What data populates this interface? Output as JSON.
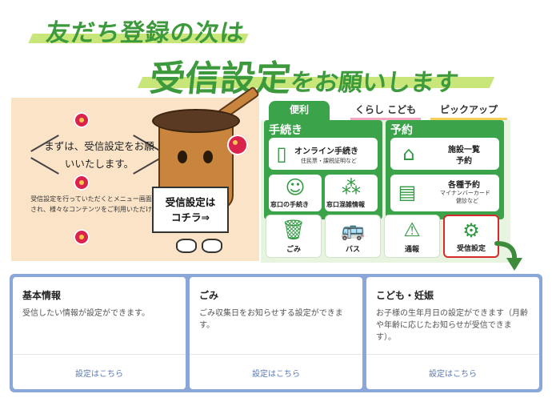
{
  "headline": {
    "line1": "友だち登録の次は",
    "line2_main": "受信設定",
    "line2_suffix": "をお願いします"
  },
  "intro": {
    "main_text": "まずは、受信設定をお願いいたします。",
    "sub_text": "受信設定を行っていただくとメニュー画面が表示され、様々なコンテンツをご利用いただけます！",
    "sign_line1": "受信設定は",
    "sign_line2": "コチラ⇒"
  },
  "app": {
    "tabs": [
      {
        "label": "便利",
        "active": true
      },
      {
        "label": "くらし こども",
        "active": false
      },
      {
        "label": "ピックアップ",
        "active": false
      }
    ],
    "procedures": {
      "title": "手続き",
      "online": {
        "label": "オンライン手続き",
        "sub": "住民票・課税証明など"
      },
      "counter": {
        "label": "窓口の手続き"
      },
      "congestion": {
        "label": "窓口混雑情報"
      }
    },
    "reservations": {
      "title": "予約",
      "facility": {
        "label": "施設一覧",
        "label2": "予約"
      },
      "various": {
        "label": "各種予約",
        "sub": "マイナンバーカード",
        "sub2": "健診など"
      }
    },
    "bottom_buttons": [
      {
        "label": "ごみ",
        "icon": "trash-icon"
      },
      {
        "label": "バス",
        "icon": "bus-icon"
      },
      {
        "label": "通報",
        "icon": "warning-icon"
      },
      {
        "label": "受信設定",
        "icon": "gear-icon"
      }
    ]
  },
  "settings_cards": [
    {
      "title": "基本情報",
      "desc": "受信したい情報が設定ができます。",
      "link": "設定はこちら"
    },
    {
      "title": "ごみ",
      "desc": "ごみ収集日をお知らせする設定ができます。",
      "link": "設定はこちら"
    },
    {
      "title": "こども・妊娠",
      "desc": "お子様の生年月日の設定ができます（月齢や年齢に応じたお知らせが受信できます）。",
      "link": "設定はこちら"
    }
  ],
  "colors": {
    "brand_green": "#3ba34a",
    "headline_green": "#3c9a3c",
    "highlight_red": "#d62b2b",
    "settings_blue": "#8ba6d9",
    "panel_peach": "#fbe3c8"
  }
}
